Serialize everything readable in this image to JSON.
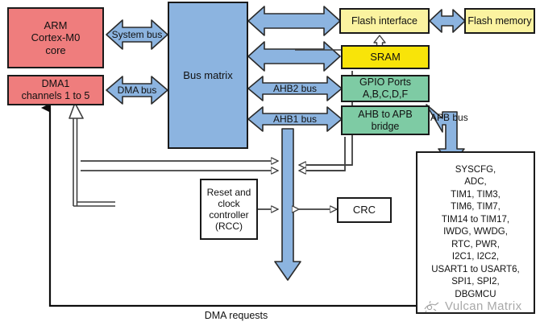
{
  "diagram": {
    "title": "STM32 MCU system architecture block diagram",
    "colors": {
      "core_red": "#ef7d7d",
      "memory_yellow_pale": "#fbf3a0",
      "sram_yellow": "#f8e409",
      "peripheral_green": "#7ecba4",
      "bus_blue": "#8cb4e0",
      "outline": "#1a1a1a",
      "line_gray": "#4d4d4d",
      "watermark_gray": "#9a9a9a"
    },
    "blocks": {
      "arm_core": "ARM\nCortex-M0\ncore",
      "dma1": "DMA1\nchannels 1 to 5",
      "bus_matrix": "Bus matrix",
      "flash_interface": "Flash interface",
      "flash_memory": "Flash memory",
      "sram": "SRAM",
      "gpio_ports": "GPIO Ports\nA,B,C,D,F",
      "ahb_apb_bridge": "AHB to APB\nbridge",
      "rcc": "Reset and\nclock\ncontroller\n(RCC)",
      "crc": "CRC",
      "peripherals": "SYSCFG,\nADC,\nTIM1, TIM3,\nTIM6, TIM7,\nTIM14 to TIM17,\nIWDG, WWDG,\nRTC, PWR,\nI2C1, I2C2,\nUSART1 to USART6,\nSPI1, SPI2,\nDBGMCU"
    },
    "bus_labels": {
      "system_bus": "System bus",
      "dma_bus": "DMA bus",
      "ahb2_bus": "AHB2 bus",
      "ahb1_bus": "AHB1 bus",
      "apb_bus": "APB bus",
      "dma_requests": "DMA requests"
    },
    "watermark": {
      "text": "Vulcan Matrix"
    }
  }
}
